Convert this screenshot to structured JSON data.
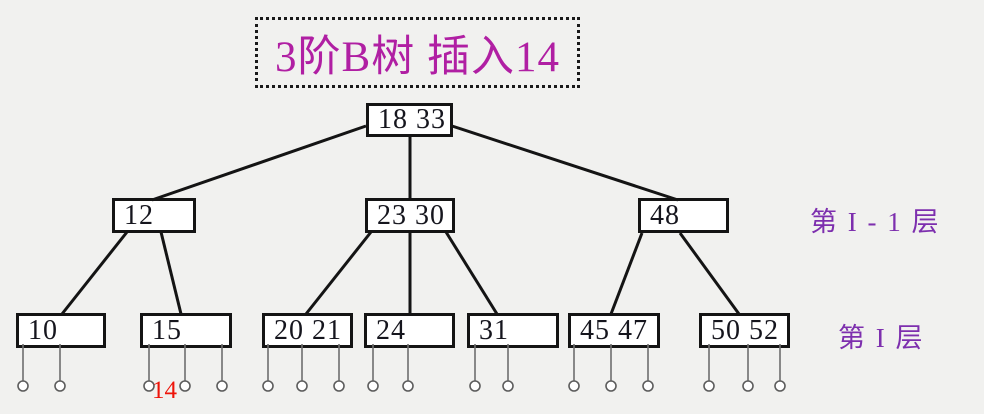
{
  "title": "3阶B树 插入14",
  "level_labels": {
    "upper": "第 I - 1 层",
    "lower": "第 I 层"
  },
  "insert": {
    "key": "14",
    "target_node": "15",
    "color": "#ee1409"
  },
  "nodes": {
    "root": "18 33",
    "n12": "12",
    "n23_30": "23 30",
    "n48": "48",
    "n10": "10",
    "n15": "15",
    "n20_21": "20 21",
    "n24": "24",
    "n31": "31",
    "n45_47": "45 47",
    "n50_52": "50 52"
  },
  "colors": {
    "background": "#f1f1ef",
    "title_text": "#b01fa3",
    "level_label_text": "#7d2fae",
    "node_border": "#141414",
    "node_fill": "#ffffff",
    "node_text": "#15151d",
    "edge": "#141414",
    "leaf_pointer_stroke": "#6e6e6e",
    "insert_text": "#ee1409"
  },
  "tree": {
    "type": "b-tree",
    "order": 3,
    "levels": [
      [
        "18 33"
      ],
      [
        "12",
        "23 30",
        "48"
      ],
      [
        "10",
        "15",
        "20 21",
        "24",
        "31",
        "45 47",
        "50 52"
      ]
    ],
    "edges": [
      [
        "18 33",
        "12"
      ],
      [
        "18 33",
        "23 30"
      ],
      [
        "18 33",
        "48"
      ],
      [
        "12",
        "10"
      ],
      [
        "12",
        "15"
      ],
      [
        "23 30",
        "20 21"
      ],
      [
        "23 30",
        "24"
      ],
      [
        "23 30",
        "31"
      ],
      [
        "48",
        "45 47"
      ],
      [
        "48",
        "50 52"
      ]
    ],
    "leaf_pointer_counts": {
      "10": 2,
      "15": 3,
      "20 21": 3,
      "24": 2,
      "31": 2,
      "45 47": 3,
      "50 52": 3
    },
    "pending_insert": "14"
  }
}
